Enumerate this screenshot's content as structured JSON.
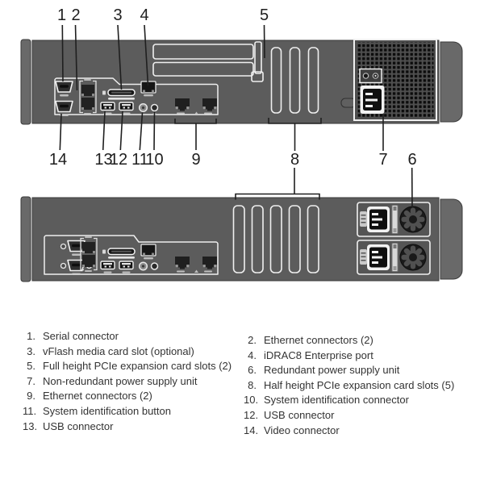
{
  "callouts": {
    "n1": "1",
    "n2": "2",
    "n3": "3",
    "n4": "4",
    "n5": "5",
    "n6": "6",
    "n7": "7",
    "n8": "8",
    "n9": "9",
    "n10": "10",
    "n11": "11",
    "n12": "12",
    "n13": "13",
    "n14": "14"
  },
  "legend": {
    "left": [
      {
        "num": "1.",
        "text": "Serial connector"
      },
      {
        "num": "3.",
        "text": "vFlash media card slot (optional)"
      },
      {
        "num": "5.",
        "text": "Full height PCIe expansion card slots (2)"
      },
      {
        "num": "7.",
        "text": "Non-redundant power supply unit"
      },
      {
        "num": "9.",
        "text": "Ethernet connectors (2)"
      },
      {
        "num": "11.",
        "text": "System identification button"
      },
      {
        "num": "13.",
        "text": "USB connector"
      }
    ],
    "right": [
      {
        "num": "2.",
        "text": "Ethernet connectors (2)"
      },
      {
        "num": "4.",
        "text": "iDRAC8 Enterprise port"
      },
      {
        "num": "6.",
        "text": "Redundant power supply unit"
      },
      {
        "num": "8.",
        "text": "Half height PCIe expansion card slots (5)"
      },
      {
        "num": "10.",
        "text": "System identification connector"
      },
      {
        "num": "12.",
        "text": "USB connector"
      },
      {
        "num": "14.",
        "text": "Video connector"
      }
    ]
  },
  "colors": {
    "background": "#ffffff",
    "panel": "#5c5c5c",
    "panel_cap": "#696969",
    "panel_edge": "#3a3a3a",
    "outline": "#efefef",
    "port_dark": "#202020",
    "callout": "#1f1f1f",
    "legend_text": "#333333"
  },
  "icons": {
    "serial-port-icon": "db9-trapezoid",
    "video-port-icon": "db15-trapezoid",
    "ethernet-port-icon": "rj45-silhouette",
    "vflash-slot-icon": "sd-card-slot",
    "idrac-port-icon": "rj45-managed",
    "usb-port-icon": "usb-receptacle",
    "system-id-button-icon": "round-button",
    "system-id-connector-icon": "round-jack",
    "psu-grille-icon": "perforated-grid",
    "psu-inlet-icon": "iec-c14",
    "psu-fan-icon": "8-blade-fan"
  }
}
